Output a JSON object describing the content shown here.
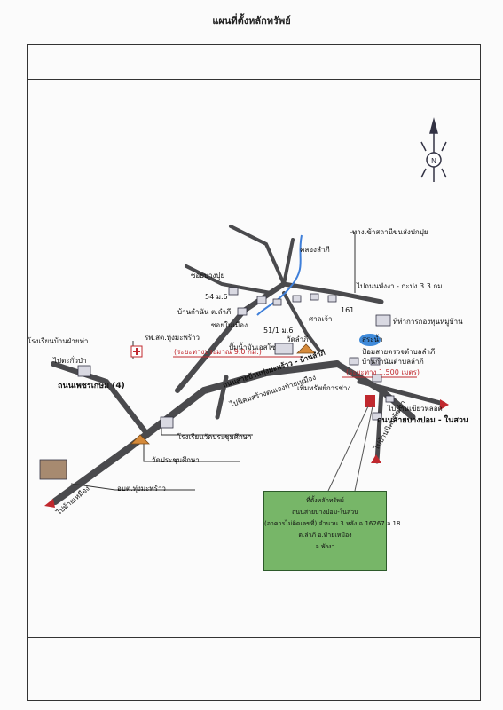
{
  "title": "แผนที่ตั้งหลักทรัพย์",
  "compass": {
    "icon": "north-arrow-icon",
    "letter": "N"
  },
  "labels": {
    "pond_road": "ทางเข้าสถานีขนส่งปกปุย",
    "to_phangnga": "ไปถนนพังงา - กะปง 3.3 กม.",
    "soi_bangpu": "ซอยบางปุย",
    "n54": "54 ม.6",
    "kamnan_house": "บ้านกำนัน ต.ลำภี",
    "soi_khlong": "ซอยในเมือง",
    "khlong": "คลองลำภี",
    "shrine": "ศาลเจ้า",
    "n161": "161",
    "village_office": "ที่ทำการกองทุนหมู่บ้าน",
    "n51": "51/1 ม.6",
    "wat_lamphi": "วัดลำภี",
    "pond": "สระน้ำ",
    "gas_station": "ปั๊มน้ำมันเอสโซ่",
    "police": "ป้อมสายตรวจตำบลลำภี",
    "kamnan2": "บ้านกำนันตำบลลำภี",
    "hospital": "รพ.สต.ทุ่งมะพร้าว",
    "dist_9": "(ระยะทางประมาณ 9.0 กม.)",
    "dist_1500": "(ระยะทาง 1,500 เมตร)",
    "school_top": "โรงเรียนบ้านฝ่ายท่า",
    "to_takua": "ไปตะกั่วป่า",
    "phetkasem": "ถนนเพชรเกษม (4)",
    "road_main": "ถนนสายบ้านทุ่งมะพร้าว - บ้านลำภี",
    "to_lumpu": "ไปนิคมสร้างตนเองท้ายเหมือง",
    "property_shop": "เพิ่มทรัพย์การช่าง",
    "to_ban_khiao": "ไปบ้านเขียวหลอด",
    "road_bangpom": "ถนนสายบางปอม - ในสวน",
    "to_nai_suan": "ไปบ้านนิคมพัฒนา",
    "school_wat": "โรงเรียนวัดประชุมศึกษา",
    "wat_prachum": "วัดประชุมศึกษา",
    "obt": "อบต.ทุ่งมะพร้าว",
    "to_thaimueang": "ไปท้ายเหมือง"
  },
  "note": {
    "line1": "ที่ตั้งหลักทรัพย์",
    "line2": "ถนนสายบางปอม-ในสวน",
    "line3": "(อาคารไม่ติดเลขที่) จำนวน 3 หลัง ฉ.16267 ล.18",
    "line4": "ต.ลำภี อ.ท้ายเหมือง",
    "line5": "จ.พังงา"
  },
  "colors": {
    "road": "#4a4a4d",
    "river": "#3f7fd9",
    "red": "#c0282e",
    "note_bg": "#77b668",
    "pond": "#3f8ad9"
  }
}
